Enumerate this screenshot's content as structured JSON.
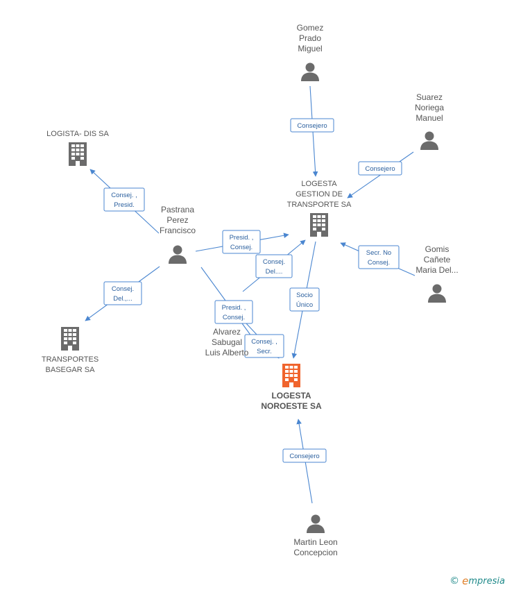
{
  "nodes": [
    {
      "id": "gomez",
      "type": "person",
      "label": [
        "Gomez",
        "Prado",
        "Miguel"
      ]
    },
    {
      "id": "suarez",
      "type": "person",
      "label": [
        "Suarez",
        "Noriega",
        "Manuel"
      ]
    },
    {
      "id": "logista_dis",
      "type": "company",
      "label": [
        "LOGISTA- DIS SA"
      ]
    },
    {
      "id": "gestion",
      "type": "company",
      "label": [
        "LOGESTA",
        "GESTION DE",
        "TRANSPORTE SA"
      ]
    },
    {
      "id": "pastrana",
      "type": "person",
      "label": [
        "Pastrana",
        "Perez",
        "Francisco"
      ]
    },
    {
      "id": "gomis",
      "type": "person",
      "label": [
        "Gomis",
        "Cañete",
        "Maria Del..."
      ]
    },
    {
      "id": "basegar",
      "type": "company",
      "label": [
        "TRANSPORTES",
        "BASEGAR SA"
      ]
    },
    {
      "id": "alvarez",
      "type": "person",
      "label": [
        "Alvarez",
        "Sabugal",
        "Luis Alberto"
      ]
    },
    {
      "id": "noroeste",
      "type": "company_main",
      "label": [
        "LOGESTA",
        "NOROESTE SA"
      ]
    },
    {
      "id": "martin",
      "type": "person",
      "label": [
        "Martin Leon",
        "Concepcion"
      ]
    }
  ],
  "edges": [
    {
      "id": "e_gomez_gestion",
      "label": [
        "Consejero"
      ]
    },
    {
      "id": "e_suarez_gestion",
      "label": [
        "Consejero"
      ]
    },
    {
      "id": "e_pastrana_logista",
      "label": [
        "Consej. ,",
        "Presid."
      ]
    },
    {
      "id": "e_pastrana_gestion",
      "label": [
        "Presid. ,",
        "Consej."
      ]
    },
    {
      "id": "e_alvarez_gestion",
      "label": [
        "Consej.",
        "Del...."
      ]
    },
    {
      "id": "e_gomis_gestion",
      "label": [
        "Secr.  No",
        "Consej."
      ]
    },
    {
      "id": "e_pastrana_basegar",
      "label": [
        "Consej.",
        "Del.,..."
      ]
    },
    {
      "id": "e_pastrana_noroeste",
      "label": [
        "Presid. ,",
        "Consej."
      ]
    },
    {
      "id": "e_gestion_noroeste",
      "label": [
        "Socio",
        "Único"
      ]
    },
    {
      "id": "e_alvarez_noroeste",
      "label": [
        "Consej. ,",
        "Secr."
      ]
    },
    {
      "id": "e_martin_noroeste",
      "label": [
        "Consejero"
      ]
    }
  ],
  "colors": {
    "edge": "#4a86d0",
    "node_icon": "#6b6b6b",
    "main_icon": "#f0642d",
    "label_text": "#555555"
  },
  "footer": {
    "copyright": "©",
    "brand_e": "e",
    "brand_rest": "mpresia"
  }
}
